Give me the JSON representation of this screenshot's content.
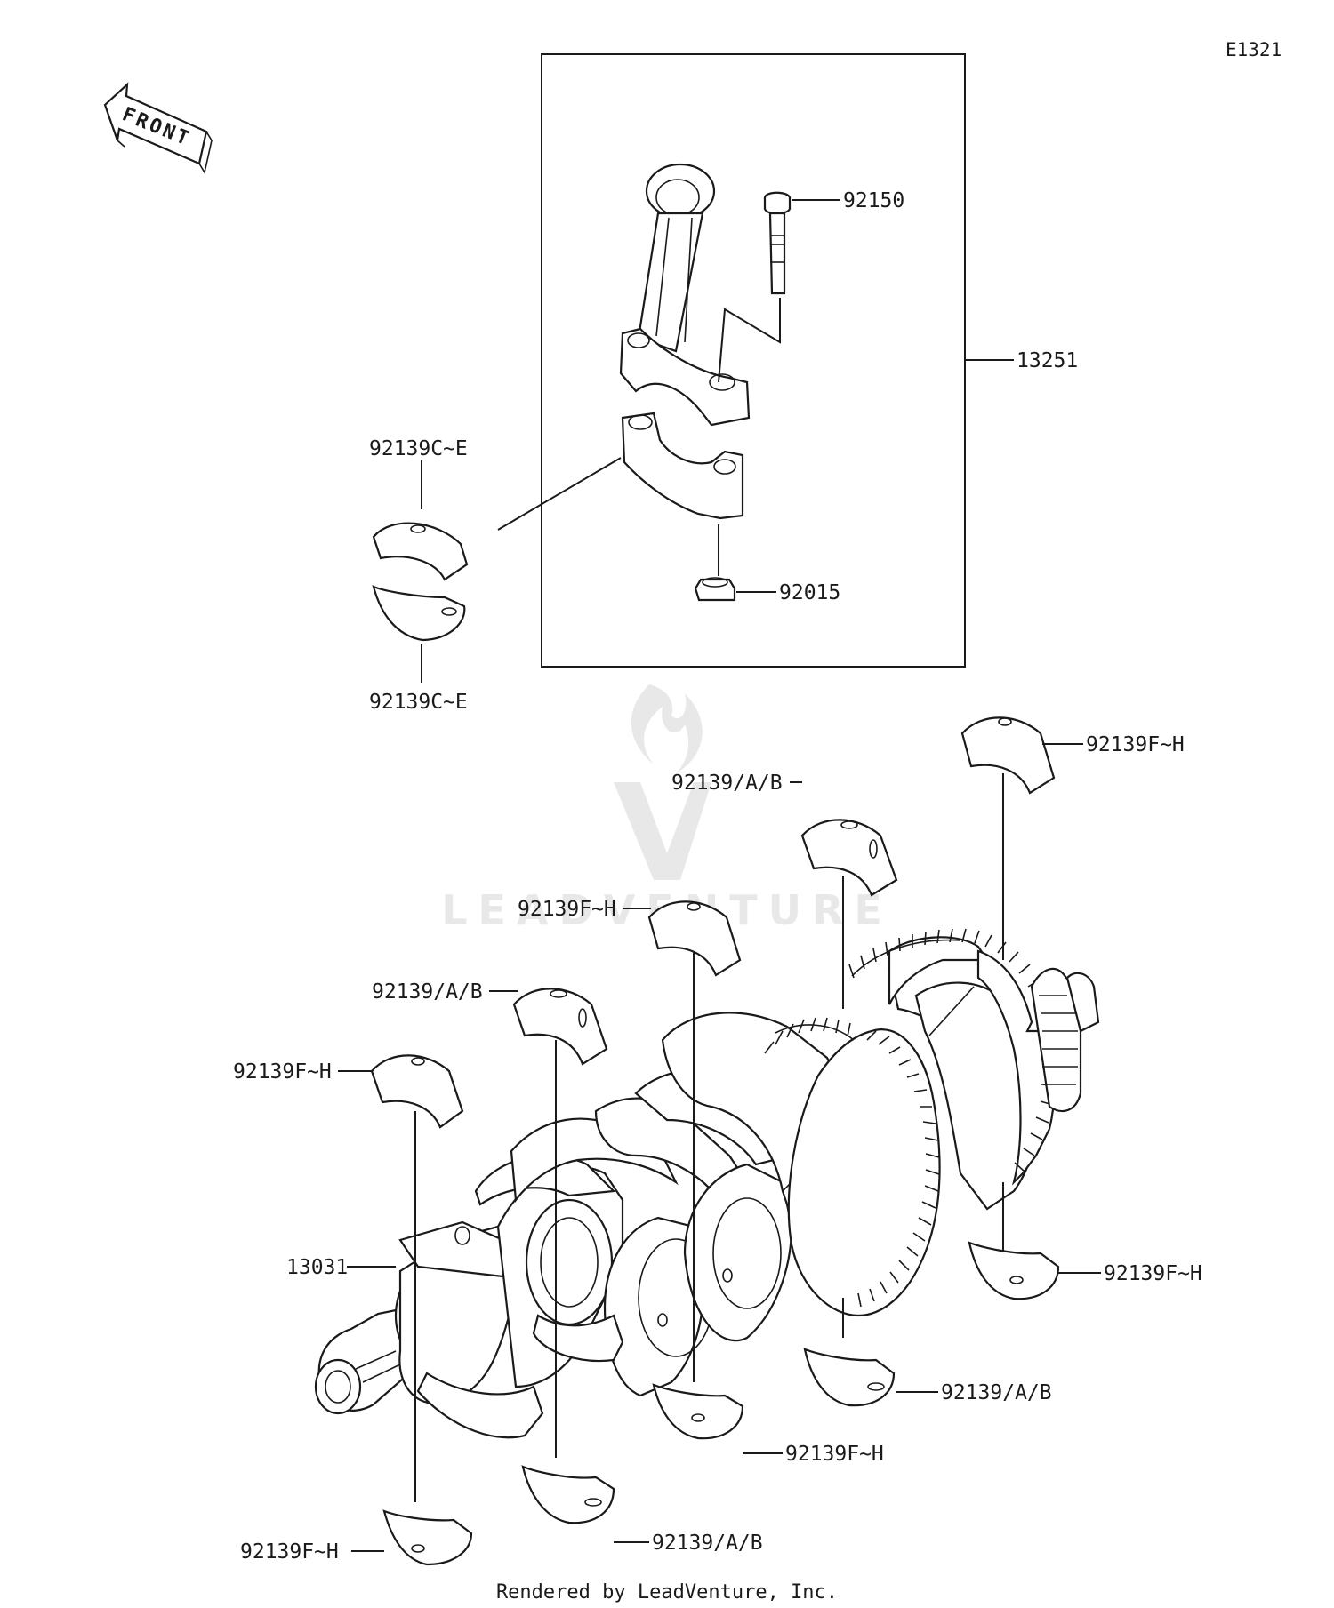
{
  "diagram_code": "E1321",
  "front_label": "FRONT",
  "watermark": "LEADVENTURE",
  "footer": "Rendered by LeadVenture, Inc.",
  "callouts": {
    "connecting_rod_assembly": "13251",
    "connecting_rod_bolt": "92150",
    "connecting_rod_nut": "92015",
    "crankshaft": "13031",
    "rod_bearing_upper": "92139C~E",
    "rod_bearing_lower": "92139C~E",
    "main_bearing_1_upper": "92139F~H",
    "main_bearing_1_lower": "92139F~H",
    "main_bearing_2_upper": "92139/A/B",
    "main_bearing_2_lower": "92139/A/B",
    "main_bearing_3_upper": "92139F~H",
    "main_bearing_3_lower": "92139F~H",
    "main_bearing_4_upper": "92139/A/B",
    "main_bearing_4_lower": "92139/A/B",
    "main_bearing_5_upper": "92139F~H",
    "main_bearing_5_lower": "92139F~H"
  }
}
